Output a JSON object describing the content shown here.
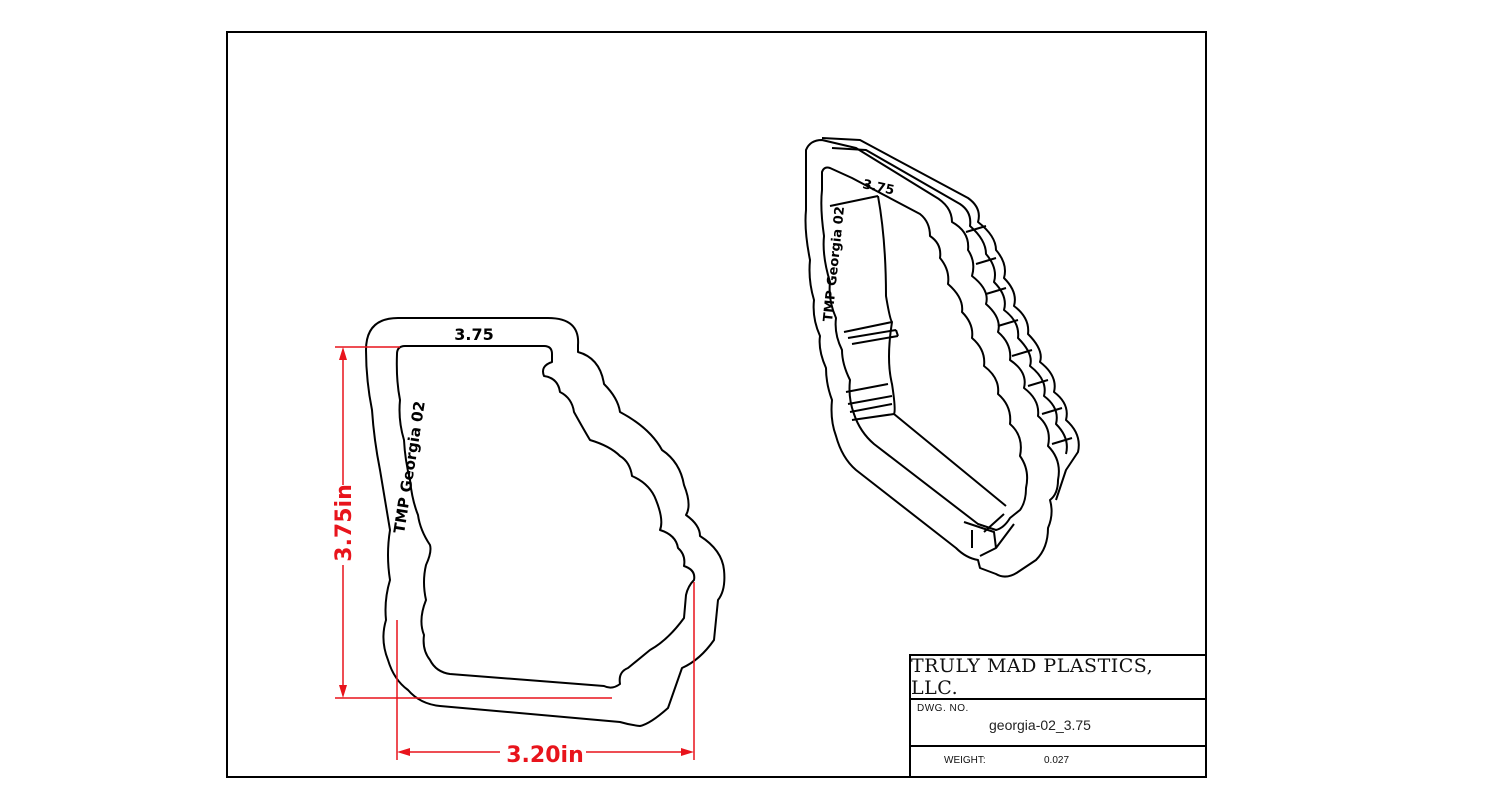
{
  "flat_view": {
    "size_text": "3.75",
    "label_text": "TMP Georgia 02"
  },
  "iso_view": {
    "size_text": "3.75",
    "label_text": "TMP Georgia 02"
  },
  "dimensions": {
    "height": "3.75in",
    "width": "3.20in",
    "color": "#e8141c"
  },
  "title_block": {
    "company": "TRULY MAD PLASTICS, LLC.",
    "dwg_no_label": "DWG.  NO.",
    "dwg_no_value": "georgia-02_3.75",
    "weight_label": "WEIGHT:",
    "weight_value": "0.027"
  }
}
